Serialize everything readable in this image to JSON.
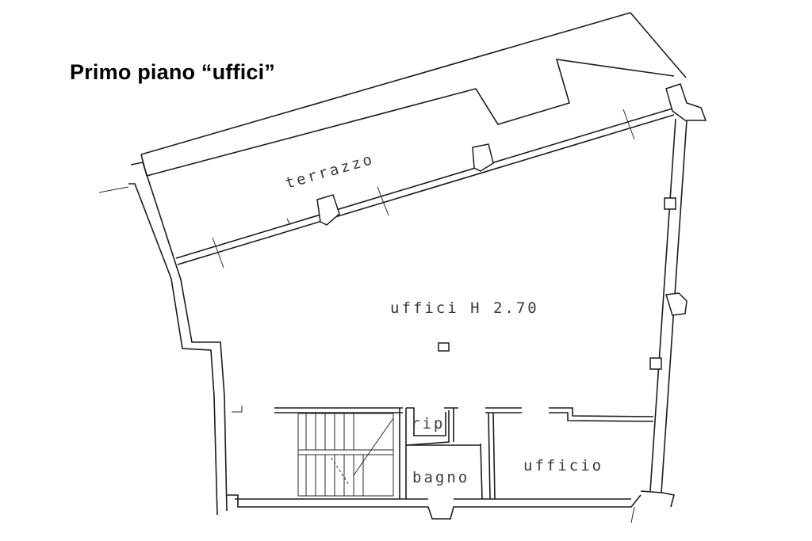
{
  "title": "Primo piano “uffici”",
  "rooms": {
    "terrace": "terrazzo",
    "offices": "uffici H 2.70",
    "storage": "rip",
    "bathroom": "bagno",
    "office": "ufficio"
  },
  "colors": {
    "line": "#1c1c1c",
    "label": "#3a3a3a",
    "background": "#ffffff"
  }
}
